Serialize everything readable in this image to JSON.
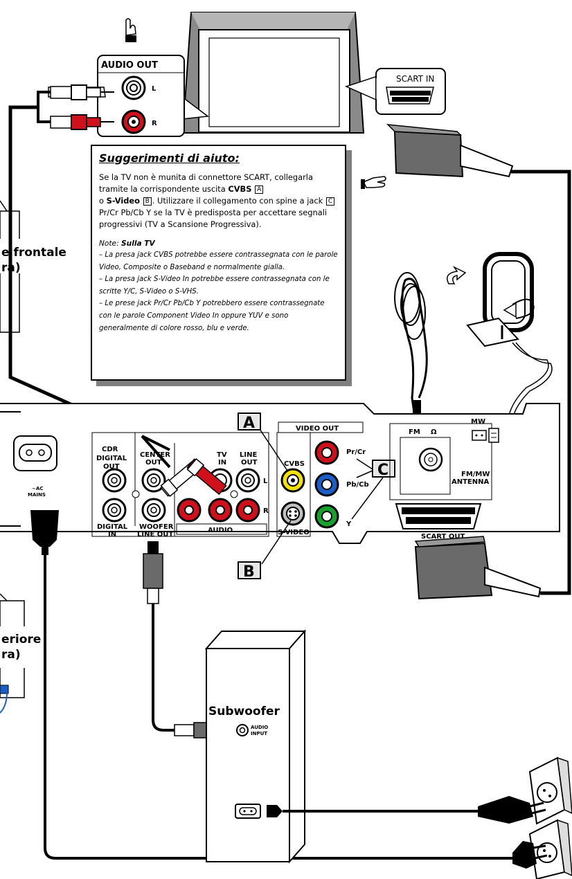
{
  "labels": {
    "audio_out": "AUDIO OUT",
    "left": "L",
    "right": "R",
    "scart_in": "SCART IN",
    "scart_out": "SCART OUT",
    "video_out": "VIDEO OUT",
    "cvbs": "CVBS",
    "s_video": "S-VIDEO",
    "pr_cr": "Pr/Cr",
    "pb_cb": "Pb/Cb",
    "y": "Y",
    "mark_a": "A",
    "mark_b": "B",
    "mark_c": "C",
    "cdr": "CDR",
    "digital_out_1": "DIGITAL",
    "digital_out_2": "OUT",
    "center_out_1": "CENTER",
    "center_out_2": "OUT",
    "tv_in_1": "TV",
    "tv_in_2": "IN",
    "line_out_1": "LINE",
    "line_out_2": "OUT",
    "digital_in_1": "DIGITAL",
    "digital_in_2": "IN",
    "woofer_1": "WOOFER",
    "woofer_2": "LINE OUT",
    "audio": "AUDIO",
    "ac_mains_1": "~AC",
    "ac_mains_2": "MAINS",
    "fm": "FM",
    "omega": "Ω",
    "mw": "MW",
    "fm_mw_1": "FM/MW",
    "fm_mw_2": "ANTENNA",
    "subwoofer": "Subwoofer",
    "audio_input_1": "AUDIO",
    "audio_input_2": "INPUT",
    "front_1": "e frontale",
    "front_2": "ra)",
    "rear_1": "eriore",
    "rear_2": "ra)"
  },
  "tips": {
    "title": "Suggerimenti di aiuto:",
    "p1_a": "Se la TV non è munita di connettore SCART, collegarla tramite la corrispondente uscita",
    "p1_cvbs": "CVBS",
    "p1_box_a": "A",
    "p1_o": "o",
    "p1_svideo": "S-Video",
    "p1_box_b": "B",
    "p1_b": ". Utilizzare il collegamento con spine a jack",
    "p1_box_c": "C",
    "p1_c": "Pr/Cr Pb/Cb Y se la TV è predisposta per accettare segnali progressivi (TV a Scansione Progressiva).",
    "note_label": "Note:",
    "note_target": "Sulla TV",
    "note1": "– La presa jack CVBS potrebbe essere contrassegnata con le parole Video, Composite o Baseband e normalmente gialla.",
    "note2": "– La presa jack S-Video In potrebbe essere contrassegnata con le scritte Y/C, S-Video o S-VHS.",
    "note3": "– Le prese jack Pr/Cr Pb/Cb Y potrebbero essere contrassegnate con le parole Component Video In oppure YUV e sono generalmente di colore rosso, blu e verde."
  },
  "colors": {
    "red": "#d0101a",
    "white": "#ffffff",
    "yellow": "#f5e100",
    "blue": "#1a5fc8",
    "green": "#17a12d",
    "grey": "#7f7f7f",
    "dark_grey": "#6a6a6a"
  },
  "icons": [
    "hand-pointing-icon",
    "hand-pointing-icon",
    "rotate-arrow-icon"
  ]
}
